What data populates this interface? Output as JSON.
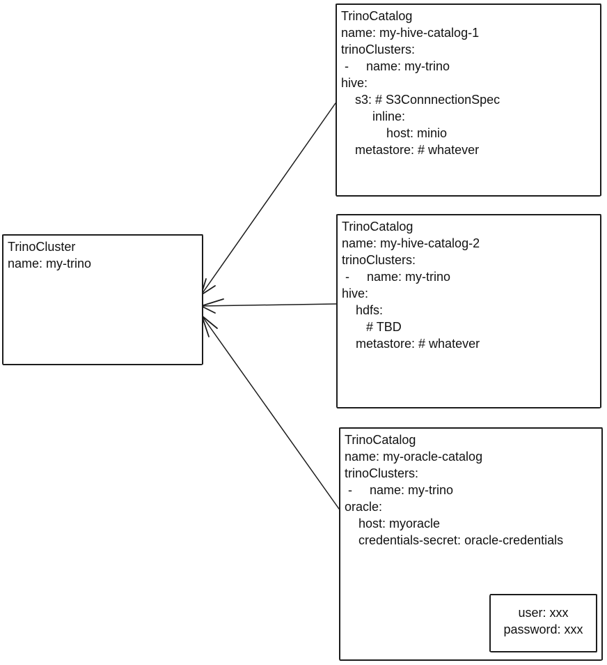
{
  "diagram": {
    "background_color": "#ffffff",
    "stroke_color": "#1b1b1b",
    "text_color": "#111111"
  },
  "cluster": {
    "lines": [
      "TrinoCluster",
      "name: my-trino"
    ]
  },
  "catalogs": [
    {
      "lines": [
        "TrinoCatalog",
        "name: my-hive-catalog-1",
        "trinoClusters:",
        " -     name: my-trino",
        "hive:",
        "    s3: # S3ConnnectionSpec",
        "         inline:",
        "             host: minio",
        "    metastore: # whatever"
      ]
    },
    {
      "lines": [
        "TrinoCatalog",
        "name: my-hive-catalog-2",
        "trinoClusters:",
        " -     name: my-trino",
        "hive:",
        "    hdfs:",
        "       # TBD",
        "    metastore: # whatever"
      ]
    },
    {
      "lines": [
        "TrinoCatalog",
        "name: my-oracle-catalog",
        "trinoClusters:",
        " -     name: my-trino",
        "oracle:",
        "    host: myoracle",
        "    credentials-secret: oracle-credentials"
      ]
    }
  ],
  "secret": {
    "lines": [
      "user: xxx",
      "password: xxx"
    ]
  }
}
